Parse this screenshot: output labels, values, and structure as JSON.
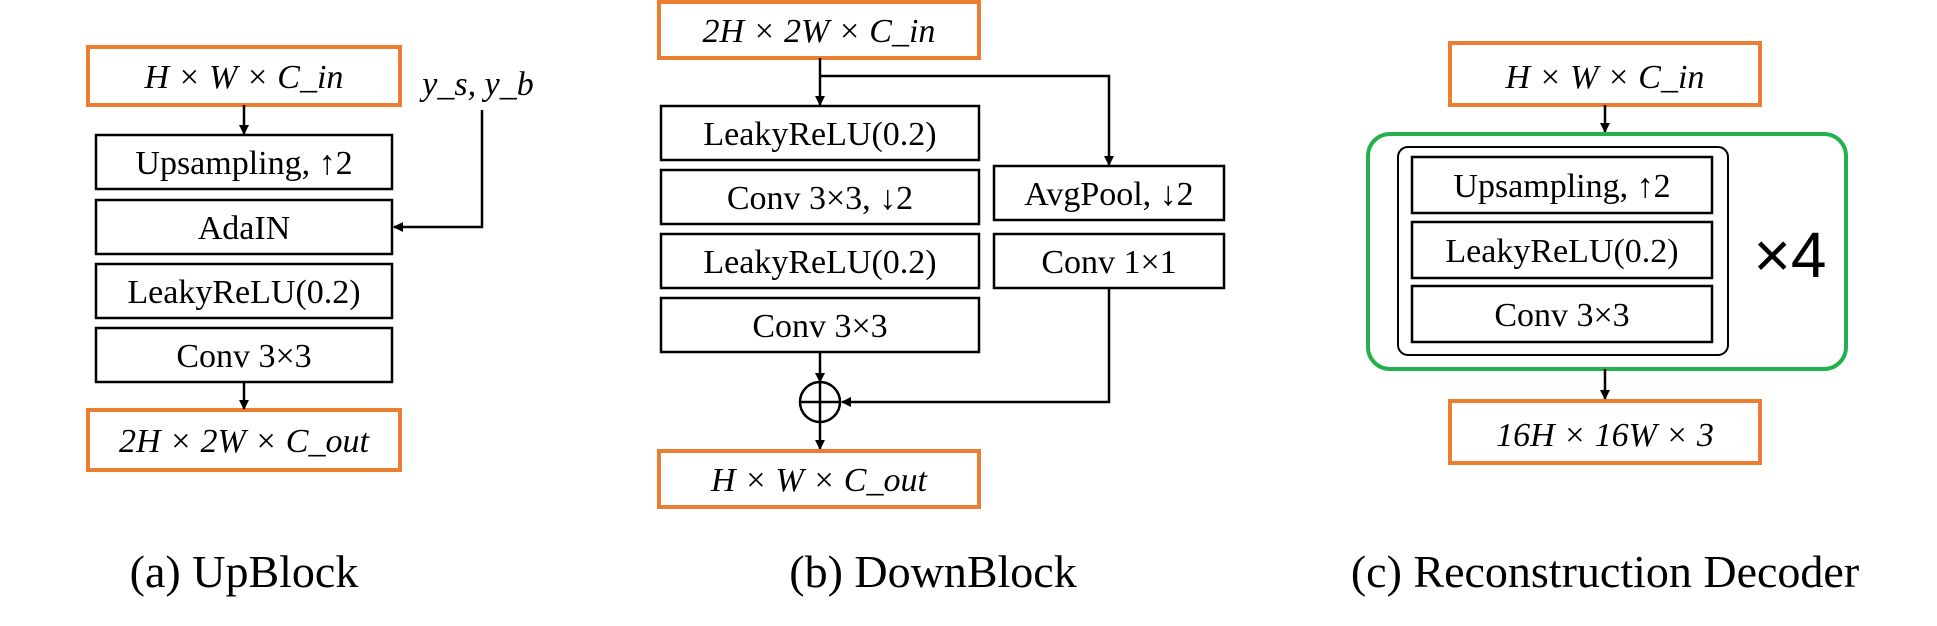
{
  "colors": {
    "io_border": "#ED7D31",
    "loop_border": "#22B14C",
    "op_border": "#000000"
  },
  "upblock": {
    "input": "H × W × C_in",
    "style_input": "y_s, y_b",
    "ops": [
      "Upsampling, ↑2",
      "AdaIN",
      "LeakyReLU(0.2)",
      "Conv 3×3"
    ],
    "output": "2H × 2W × C_out",
    "caption": "(a) UpBlock"
  },
  "downblock": {
    "input": "2H × 2W × C_in",
    "main_ops": [
      "LeakyReLU(0.2)",
      "Conv 3×3, ↓2",
      "LeakyReLU(0.2)",
      "Conv 3×3"
    ],
    "skip_ops": [
      "AvgPool, ↓2",
      "Conv 1×1"
    ],
    "output": "H × W × C_out",
    "caption": "(b) DownBlock"
  },
  "decoder": {
    "input": "H × W × C_in",
    "ops": [
      "Upsampling, ↑2",
      "LeakyReLU(0.2)",
      "Conv 3×3"
    ],
    "repeat": "×4",
    "output": "16H × 16W × 3",
    "caption": "(c) Reconstruction Decoder"
  }
}
